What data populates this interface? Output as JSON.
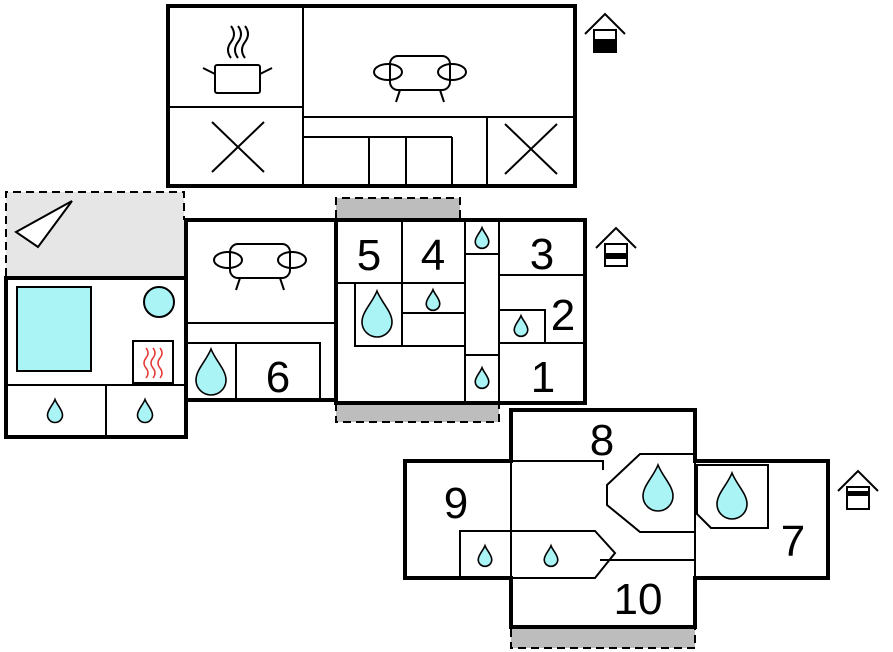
{
  "floor_plan": {
    "room_labels": {
      "r1": "1",
      "r2": "2",
      "r3": "3",
      "r4": "4",
      "r5": "5",
      "r6": "6",
      "r7": "7",
      "r8": "8",
      "r9": "9",
      "r10": "10"
    },
    "colors": {
      "wall": "#000000",
      "water": "#aaf4f6",
      "terrace": "#e6e6e6",
      "balcony": "#bdbdbd",
      "heater": "#e53935"
    },
    "icons": [
      "house-level-icon",
      "cooking-pot-icon",
      "sofa-icon",
      "water-drop-icon",
      "sauna-heater-icon",
      "pool-icon",
      "terrace-triangle-icon"
    ]
  }
}
